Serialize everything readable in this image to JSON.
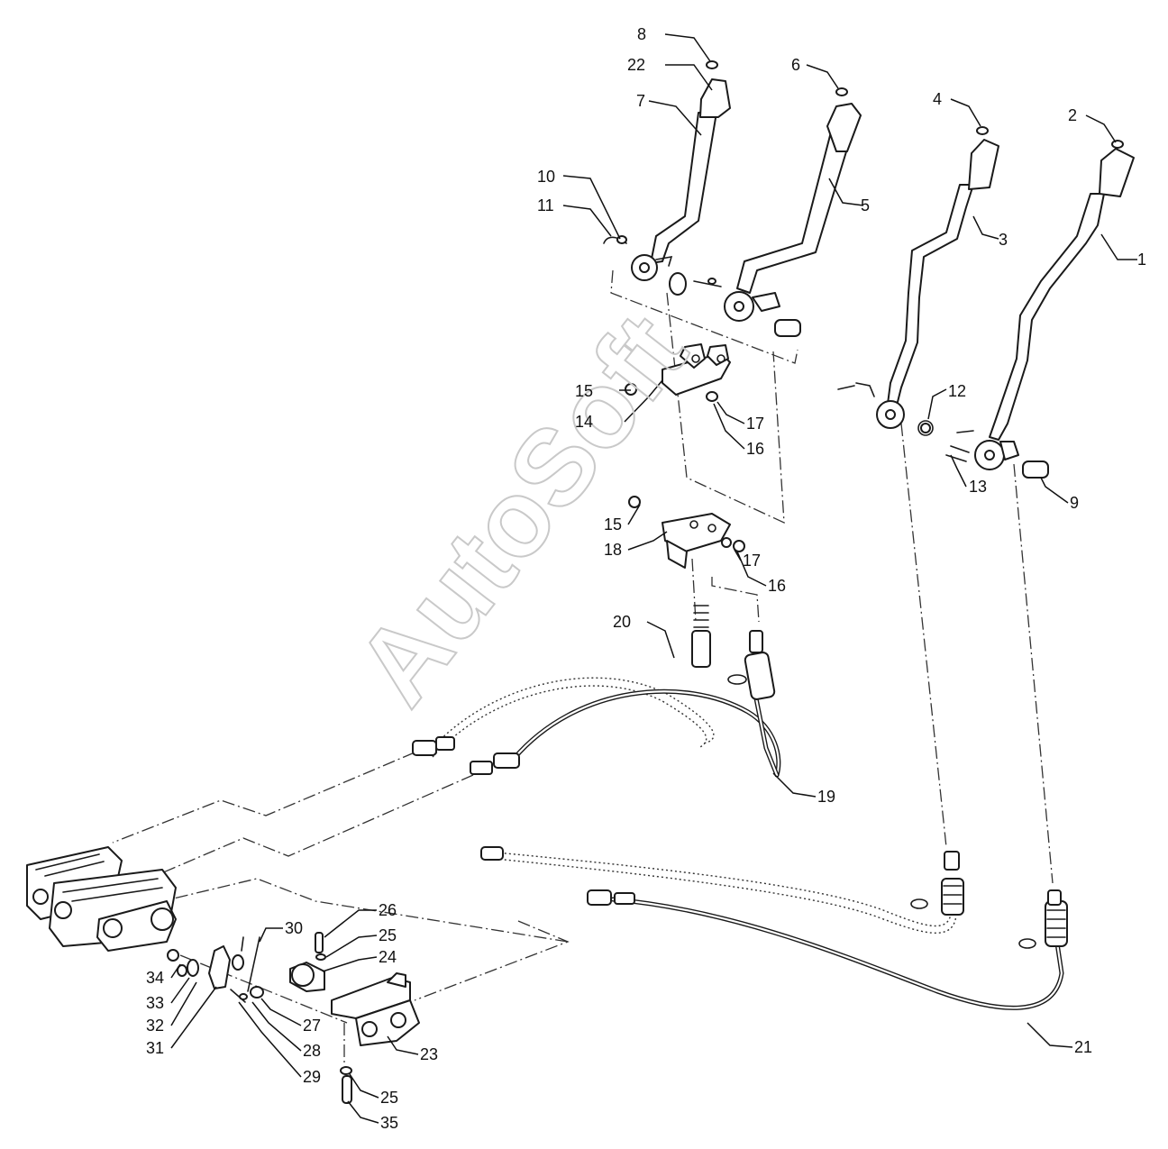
{
  "watermark": "AutoSoft",
  "labels": [
    {
      "id": "1",
      "text": "1"
    },
    {
      "id": "2",
      "text": "2"
    },
    {
      "id": "3",
      "text": "3"
    },
    {
      "id": "4",
      "text": "4"
    },
    {
      "id": "5",
      "text": "5"
    },
    {
      "id": "6",
      "text": "6"
    },
    {
      "id": "7",
      "text": "7"
    },
    {
      "id": "8",
      "text": "8"
    },
    {
      "id": "9",
      "text": "9"
    },
    {
      "id": "10",
      "text": "10"
    },
    {
      "id": "11",
      "text": "11"
    },
    {
      "id": "12",
      "text": "12"
    },
    {
      "id": "13",
      "text": "13"
    },
    {
      "id": "14",
      "text": "14"
    },
    {
      "id": "15a",
      "text": "15"
    },
    {
      "id": "15b",
      "text": "15"
    },
    {
      "id": "16a",
      "text": "16"
    },
    {
      "id": "16b",
      "text": "16"
    },
    {
      "id": "17a",
      "text": "17"
    },
    {
      "id": "17b",
      "text": "17"
    },
    {
      "id": "18",
      "text": "18"
    },
    {
      "id": "19",
      "text": "19"
    },
    {
      "id": "20",
      "text": "20"
    },
    {
      "id": "21",
      "text": "21"
    },
    {
      "id": "22",
      "text": "22"
    },
    {
      "id": "23",
      "text": "23"
    },
    {
      "id": "24",
      "text": "24"
    },
    {
      "id": "25a",
      "text": "25"
    },
    {
      "id": "25b",
      "text": "25"
    },
    {
      "id": "26",
      "text": "26"
    },
    {
      "id": "27",
      "text": "27"
    },
    {
      "id": "28",
      "text": "28"
    },
    {
      "id": "29",
      "text": "29"
    },
    {
      "id": "30",
      "text": "30"
    },
    {
      "id": "31",
      "text": "31"
    },
    {
      "id": "32",
      "text": "32"
    },
    {
      "id": "33",
      "text": "33"
    },
    {
      "id": "34",
      "text": "34"
    },
    {
      "id": "35",
      "text": "35"
    }
  ]
}
